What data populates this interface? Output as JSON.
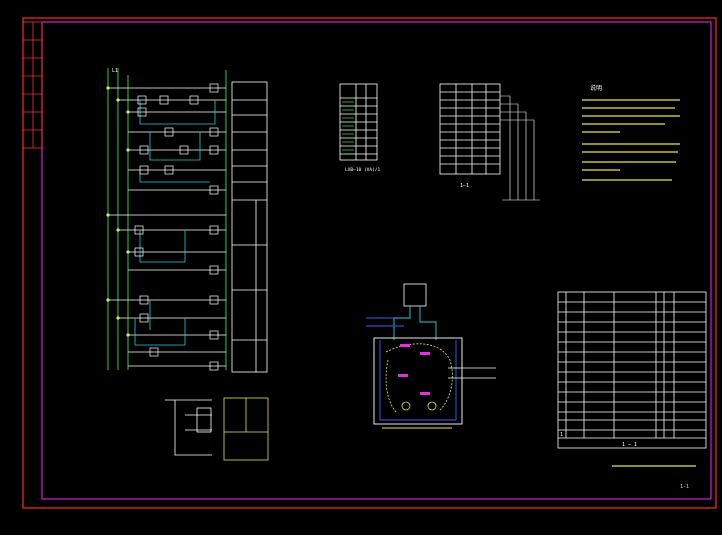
{
  "colors": {
    "background": "#000000",
    "outer_frame": "#ff2a2a",
    "inner_frame": "#d020d0",
    "line_white": "#ffffff",
    "line_green": "#22d04a",
    "line_yellow": "#e8e840",
    "line_cyan": "#20d0e0",
    "line_blue": "#3060ff",
    "line_magenta": "#e030e0",
    "line_red": "#ff3030"
  },
  "drawing": {
    "sheet_number": "1-1"
  },
  "tables": {
    "small_table_caption": "LXB—10 (VA)/1",
    "mid_table_caption": "1—1",
    "bom_footer": "1 — 1",
    "bom_bottom_row": "1"
  },
  "notes": {
    "heading": "说明"
  },
  "circuit": {
    "bus_label": "L1"
  }
}
